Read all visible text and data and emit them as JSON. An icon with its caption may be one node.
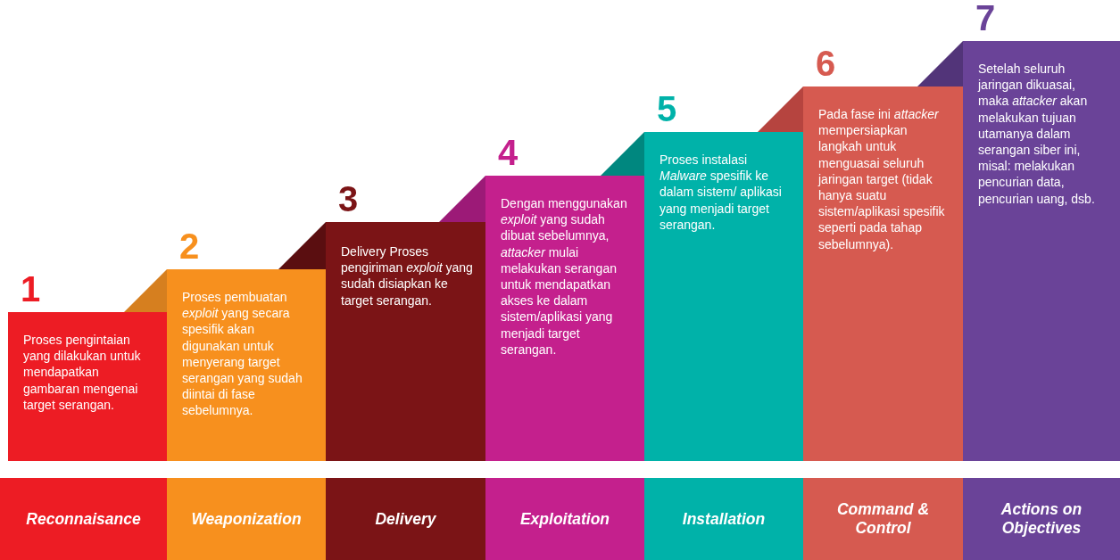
{
  "diagram": {
    "nodes": [
      {
        "text": [
          "1",
          "Proses pengintaian yang dilakukan untuk mendapatkan gambaran mengenai target serangan."
        ]
      },
      {
        "text": [
          "2",
          "Proses pembuatan *exploit* yang secara spesifik akan digunakan untuk menyerang target serangan yang sudah diintai di fase sebelumnya."
        ]
      },
      {
        "text": [
          "3",
          "Delivery Proses pengiriman *exploit* yang sudah disiapkan ke target serangan."
        ]
      },
      {
        "text": [
          "4",
          "Dengan menggunakan *exploit* yang sudah dibuat sebelumnya, *attacker* mulai melakukan serangan untuk mendapatkan akses ke dalam sistem/aplikasi yang menjadi target serangan."
        ]
      },
      {
        "text": [
          "5",
          "Proses instalasi *Malware* spesifik ke dalam sistem/ aplikasi yang menjadi target serangan."
        ]
      },
      {
        "text": [
          "6",
          "Pada fase ini *attacker* mempersiapkan langkah untuk menguasai seluruh jaringan target (tidak hanya suatu sistem/aplikasi spesifik seperti pada tahap sebelumnya)."
        ]
      },
      {
        "text": [
          "7",
          "Setelah seluruh jaringan dikuasai, maka *attacker* akan melakukan tujuan utamanya dalam serangan siber ini, misal: melakukan pencurian data, pencurian uang, dsb."
        ]
      },
      {
        "text": [
          "Reconnaisance"
        ]
      },
      {
        "text": [
          "Weaponization"
        ]
      },
      {
        "text": [
          "Delivery"
        ]
      },
      {
        "text": [
          "Exploitation"
        ]
      },
      {
        "text": [
          "Installation"
        ]
      },
      {
        "text": [
          "Command & Control"
        ]
      },
      {
        "text": [
          "Actions on Objectives"
        ]
      }
    ],
    "edges": []
  }
}
